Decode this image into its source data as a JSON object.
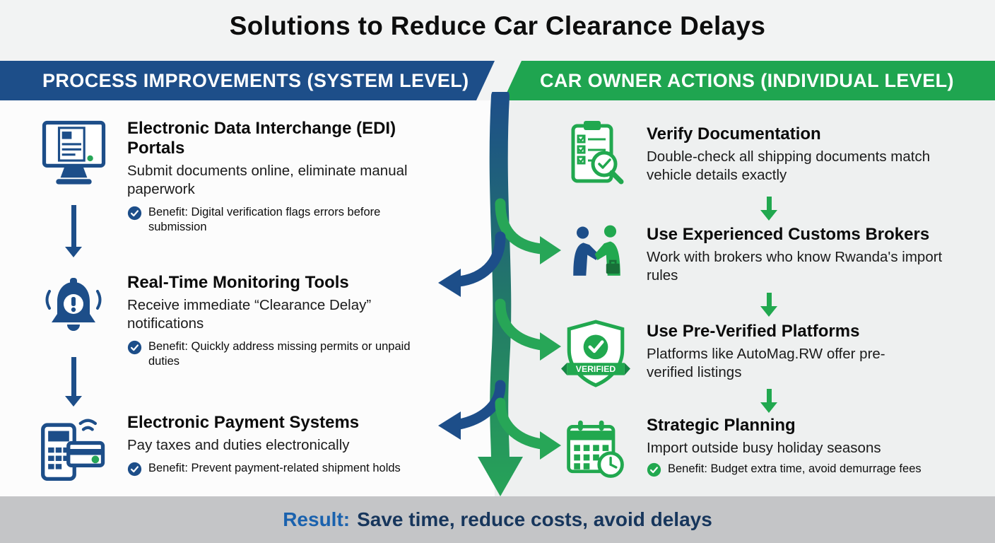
{
  "title": "Solutions to Reduce Car Clearance Delays",
  "colors": {
    "blue": "#1d4e89",
    "green": "#21a84f",
    "footer_gray": "#c4c5c7"
  },
  "left_column": {
    "header": "PROCESS IMPROVEMENTS (SYSTEM LEVEL)",
    "items": [
      {
        "icon": "edi-portal-monitor-icon",
        "title": "Electronic Data Interchange (EDI) Portals",
        "description": "Submit documents online, eliminate manual paperwork",
        "benefit": "Benefit: Digital verification flags errors before submission"
      },
      {
        "icon": "alert-bell-icon",
        "title": "Real-Time Monitoring Tools",
        "description": "Receive immediate “Clearance Delay” notifications",
        "benefit": "Benefit: Quickly address missing permits or unpaid duties"
      },
      {
        "icon": "electronic-payment-icon",
        "title": "Electronic Payment Systems",
        "description": "Pay taxes and duties electronically",
        "benefit": "Benefit: Prevent payment-related shipment holds"
      }
    ]
  },
  "right_column": {
    "header": "CAR OWNER ACTIONS (INDIVIDUAL LEVEL)",
    "items": [
      {
        "icon": "checklist-magnifier-icon",
        "title": "Verify Documentation",
        "description": "Double-check all shipping documents match vehicle details exactly"
      },
      {
        "icon": "handshake-brokers-icon",
        "title": "Use Experienced Customs Brokers",
        "description": "Work with brokers who know Rwanda's import rules"
      },
      {
        "icon": "verified-shield-icon",
        "title": "Use Pre-Verified Platforms",
        "description": "Platforms like AutoMag.RW offer pre-verified listings",
        "badge": "VERIFIED"
      },
      {
        "icon": "calendar-clock-icon",
        "title": "Strategic Planning",
        "description": "Import outside busy holiday seasons",
        "benefit": "Benefit: Budget extra time, avoid demurrage fees"
      }
    ]
  },
  "footer": {
    "label": "Result:",
    "text": "Save time, reduce costs, avoid delays"
  }
}
